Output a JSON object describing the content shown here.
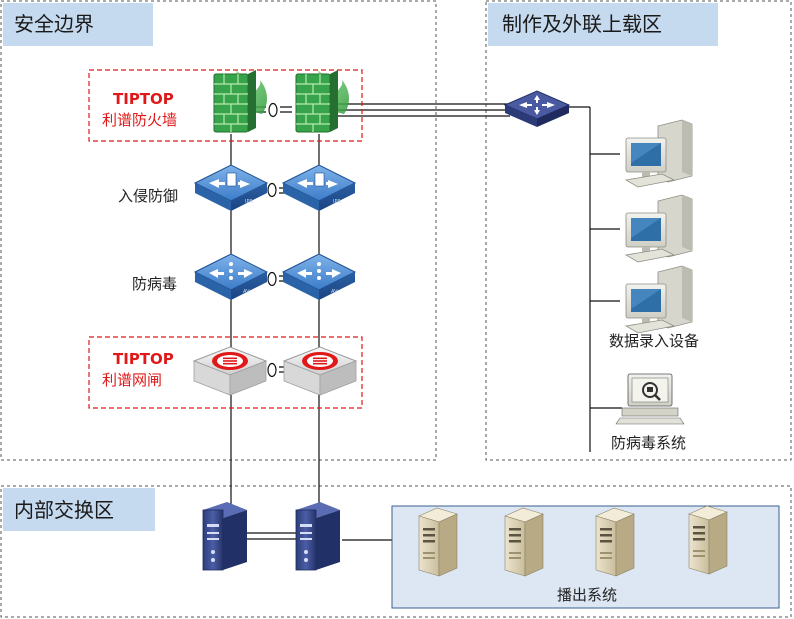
{
  "zones": {
    "security": {
      "title": "安全边界"
    },
    "production": {
      "title": "制作及外联上载区"
    },
    "internal": {
      "title": "内部交换区"
    }
  },
  "firewall": {
    "brand": "TIPTOP",
    "label": "利谱防火墙"
  },
  "gateway": {
    "brand": "TIPTOP",
    "label": "利谱网闸"
  },
  "ips_label": "入侵防御",
  "antivirus_gw_label": "防病毒",
  "device_badges": {
    "ips": "IPS",
    "av": "AV"
  },
  "data_entry_label": "数据录入设备",
  "antivirus_sys_label": "防病毒系统",
  "broadcast_label": "播出系统",
  "colors": {
    "zone_title_bg": "#c5d9ef",
    "dashed_border": "#555555",
    "red_accent": "#e01818",
    "device_blue": "#3a78c4",
    "broadcast_bg": "#dde7f3",
    "broadcast_border": "#3a5f8f"
  }
}
